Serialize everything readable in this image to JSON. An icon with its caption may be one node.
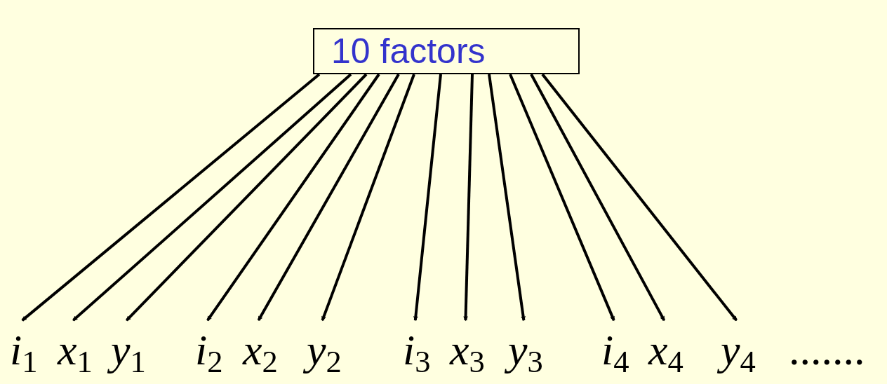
{
  "diagram": {
    "nodes": [
      {
        "text": [
          "10 factors"
        ]
      },
      {
        "text": [
          "*i*$_{1}$"
        ]
      },
      {
        "text": [
          "*x*$_{1}$"
        ]
      },
      {
        "text": [
          "*y*$_{1}$"
        ]
      },
      {
        "text": [
          "*i*$_{2}$"
        ]
      },
      {
        "text": [
          "*x*$_{2}$"
        ]
      },
      {
        "text": [
          "*y*$_{2}$"
        ]
      },
      {
        "text": [
          "*i*$_{3}$"
        ]
      },
      {
        "text": [
          "*x*$_{3}$"
        ]
      },
      {
        "text": [
          "*y*$_{3}$"
        ]
      },
      {
        "text": [
          "*i*$_{4}$"
        ]
      },
      {
        "text": [
          "*x*$_{4}$"
        ]
      },
      {
        "text": [
          "*y*$_{4}$"
        ]
      }
    ],
    "edges": [
      {
        "from": 0,
        "to": 1,
        "arrow": "to"
      },
      {
        "from": 0,
        "to": 2,
        "arrow": "to"
      },
      {
        "from": 0,
        "to": 3,
        "arrow": "to"
      },
      {
        "from": 0,
        "to": 4,
        "arrow": "to"
      },
      {
        "from": 0,
        "to": 5,
        "arrow": "to"
      },
      {
        "from": 0,
        "to": 6,
        "arrow": "to"
      },
      {
        "from": 0,
        "to": 7,
        "arrow": "to"
      },
      {
        "from": 0,
        "to": 8,
        "arrow": "to"
      },
      {
        "from": 0,
        "to": 9,
        "arrow": "to"
      },
      {
        "from": 0,
        "to": 10,
        "arrow": "to"
      },
      {
        "from": 0,
        "to": 11,
        "arrow": "to"
      },
      {
        "from": 0,
        "to": 12,
        "arrow": "to"
      }
    ],
    "labels": [
      "......."
    ]
  }
}
